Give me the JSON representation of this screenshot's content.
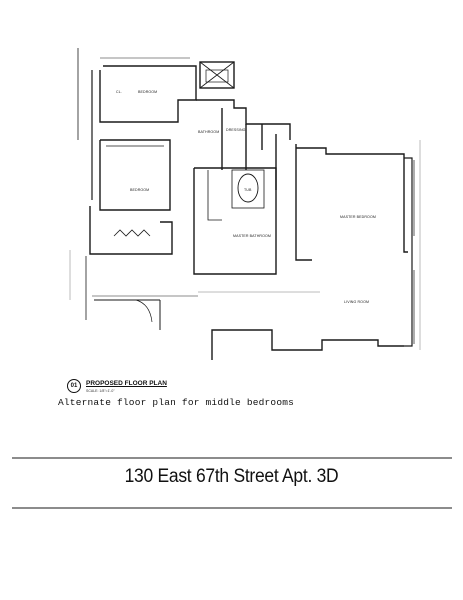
{
  "plan": {
    "number": "01",
    "title": "PROPOSED FLOOR PLAN",
    "scale": "SCALE: 1/8\"=1'-0\"",
    "caption": "Alternate floor plan for middle bedrooms",
    "address": "130 East 67th Street Apt. 3D"
  },
  "rooms": {
    "bedroom_top": "BEDROOM",
    "bedroom_mid": "BEDROOM",
    "bathroom": "BATHROOM",
    "master_bath": "MASTER BATHROOM",
    "master_bedroom": "MASTER BEDROOM",
    "living_room": "LIVING ROOM",
    "dressing": "DRESSING",
    "tub": "TUB",
    "closet": "CL."
  },
  "colors": {
    "ink": "#1a1a1a",
    "paper": "#ffffff"
  }
}
